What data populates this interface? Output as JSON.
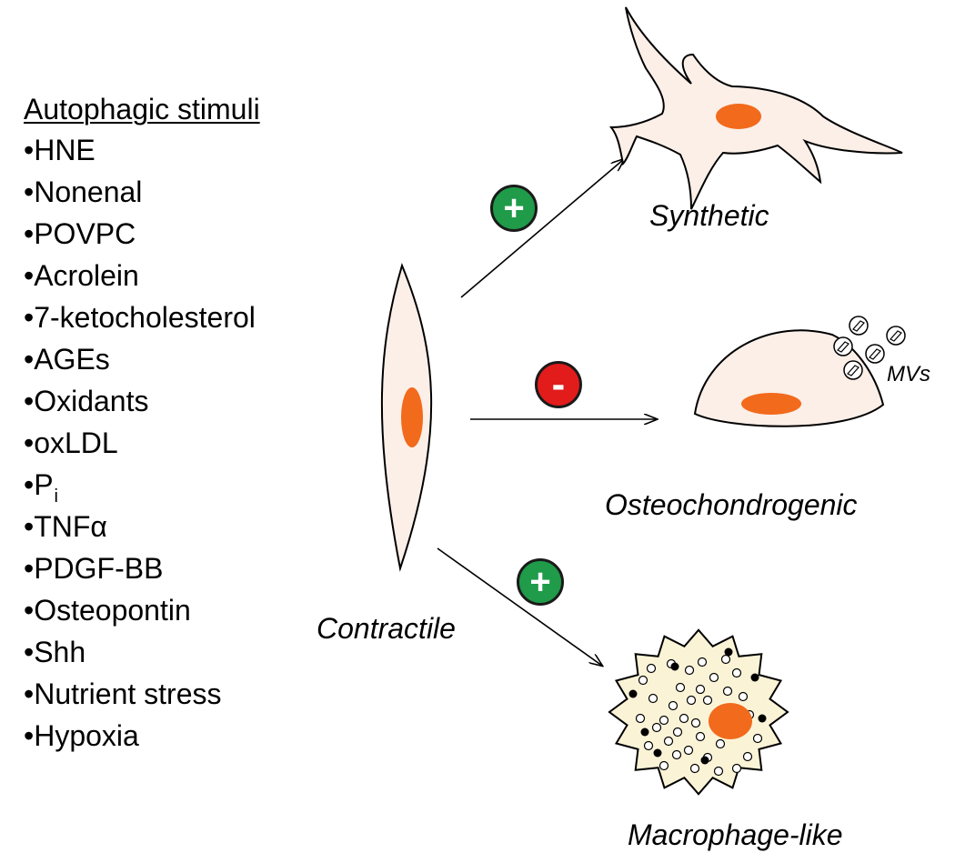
{
  "stimuli": {
    "title": "Autophagic stimuli",
    "items": [
      {
        "text": "•HNE"
      },
      {
        "text": "•Nonenal"
      },
      {
        "text": "•POVPC"
      },
      {
        "text": "•Acrolein"
      },
      {
        "text": "•7-ketocholesterol"
      },
      {
        "text": "•AGEs"
      },
      {
        "text": "•Oxidants"
      },
      {
        "text": "•oxLDL"
      },
      {
        "text": "•P",
        "sub": "i"
      },
      {
        "text": "•TNFα"
      },
      {
        "text": "•PDGF-BB"
      },
      {
        "text": "•Osteopontin"
      },
      {
        "text": "•Shh"
      },
      {
        "text": "•Nutrient stress"
      },
      {
        "text": "•Hypoxia"
      }
    ]
  },
  "phenotypes": {
    "contractile": "Contractile",
    "synthetic": "Synthetic",
    "osteochondrogenic": "Osteochondrogenic",
    "macrophage_like": "Macrophage-like",
    "mvs": "MVs"
  },
  "effects": {
    "synthetic": "+",
    "osteochondrogenic": "-",
    "macrophage_like": "+"
  },
  "colors": {
    "cell_fill": "#fbefe8",
    "macrophage_fill": "#fbf3d6",
    "nucleus": "#f26a1b",
    "plus_badge": "#1f9b49",
    "minus_badge": "#e21b1b"
  }
}
